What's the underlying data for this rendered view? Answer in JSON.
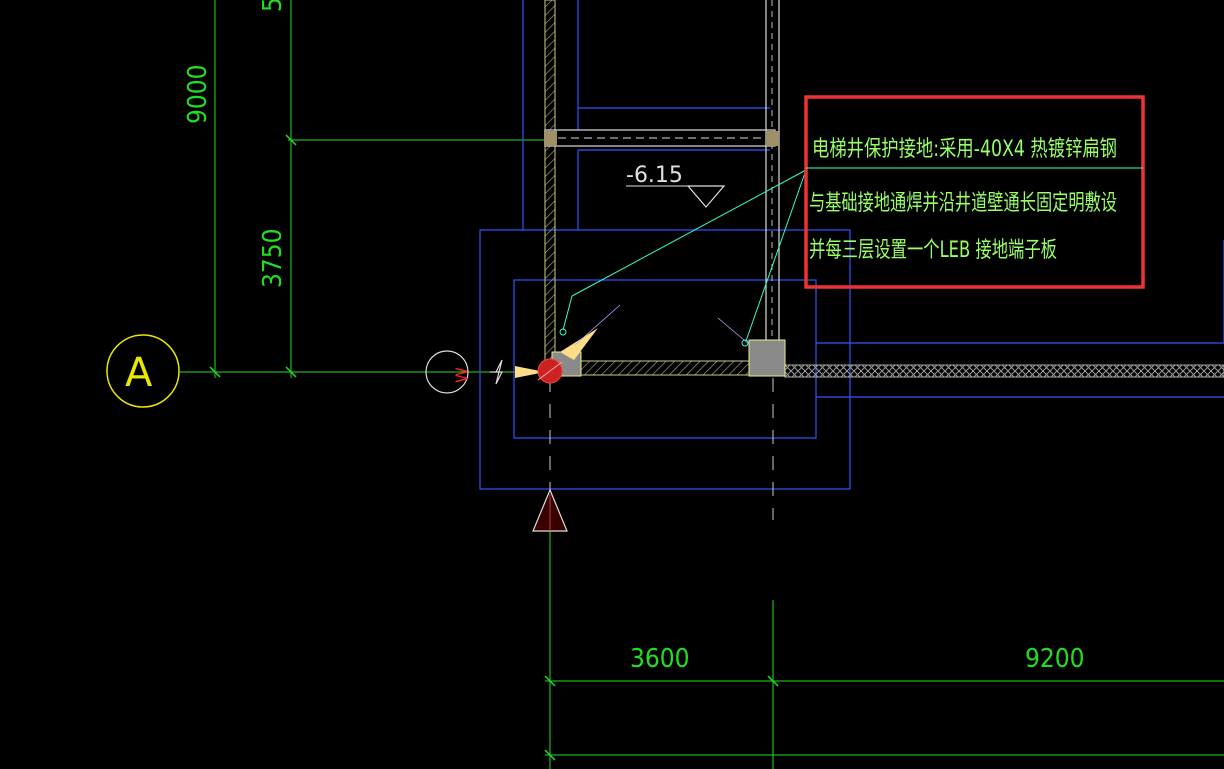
{
  "dimensions": {
    "vertical": [
      "9000",
      "3750"
    ],
    "vertical_top_partial": "5",
    "horizontal": [
      "3600",
      "9200"
    ]
  },
  "axis": {
    "label": "A"
  },
  "elevation": {
    "value": "-6.15"
  },
  "note": {
    "lines": [
      "电梯井保护接地:采用-40X4 热镀锌扁钢",
      "与基础接地通焊并沿井道壁通长固定明敷设",
      "并每三层设置一个LEB 接地端子板"
    ]
  },
  "symbols": {
    "grounding_label": "W"
  },
  "colors": {
    "background": "#000000",
    "dimension": "#22dd22",
    "outline_blue": "#3355ff",
    "highlight_box": "#ee3333",
    "leader": "#33ffcc",
    "axis_bubble": "#e8e800"
  }
}
